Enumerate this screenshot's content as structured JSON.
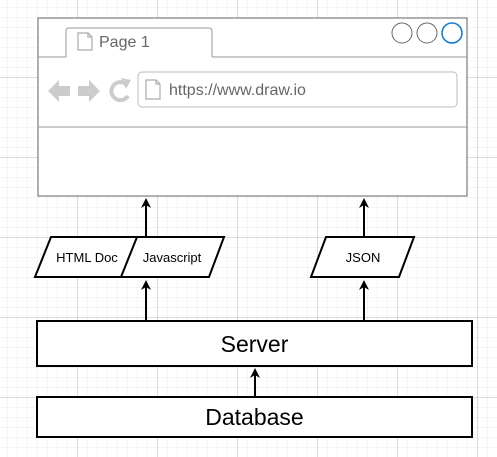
{
  "browser": {
    "tab_label": "Page 1",
    "url": "https://www.draw.io",
    "window_buttons": [
      "circle",
      "circle",
      "circle-active"
    ],
    "nav_icons": [
      "back-arrow-icon",
      "forward-arrow-icon",
      "reload-icon"
    ],
    "accent_color": "#0a7ad9"
  },
  "payloads": {
    "html_doc": "HTML Doc",
    "javascript": "Javascript",
    "json": "JSON"
  },
  "server": {
    "label": "Server"
  },
  "database": {
    "label": "Database"
  },
  "colors": {
    "stroke": "#000000",
    "icon_gray": "#cccccc",
    "browser_border": "#666666",
    "text_gray": "#666666"
  }
}
